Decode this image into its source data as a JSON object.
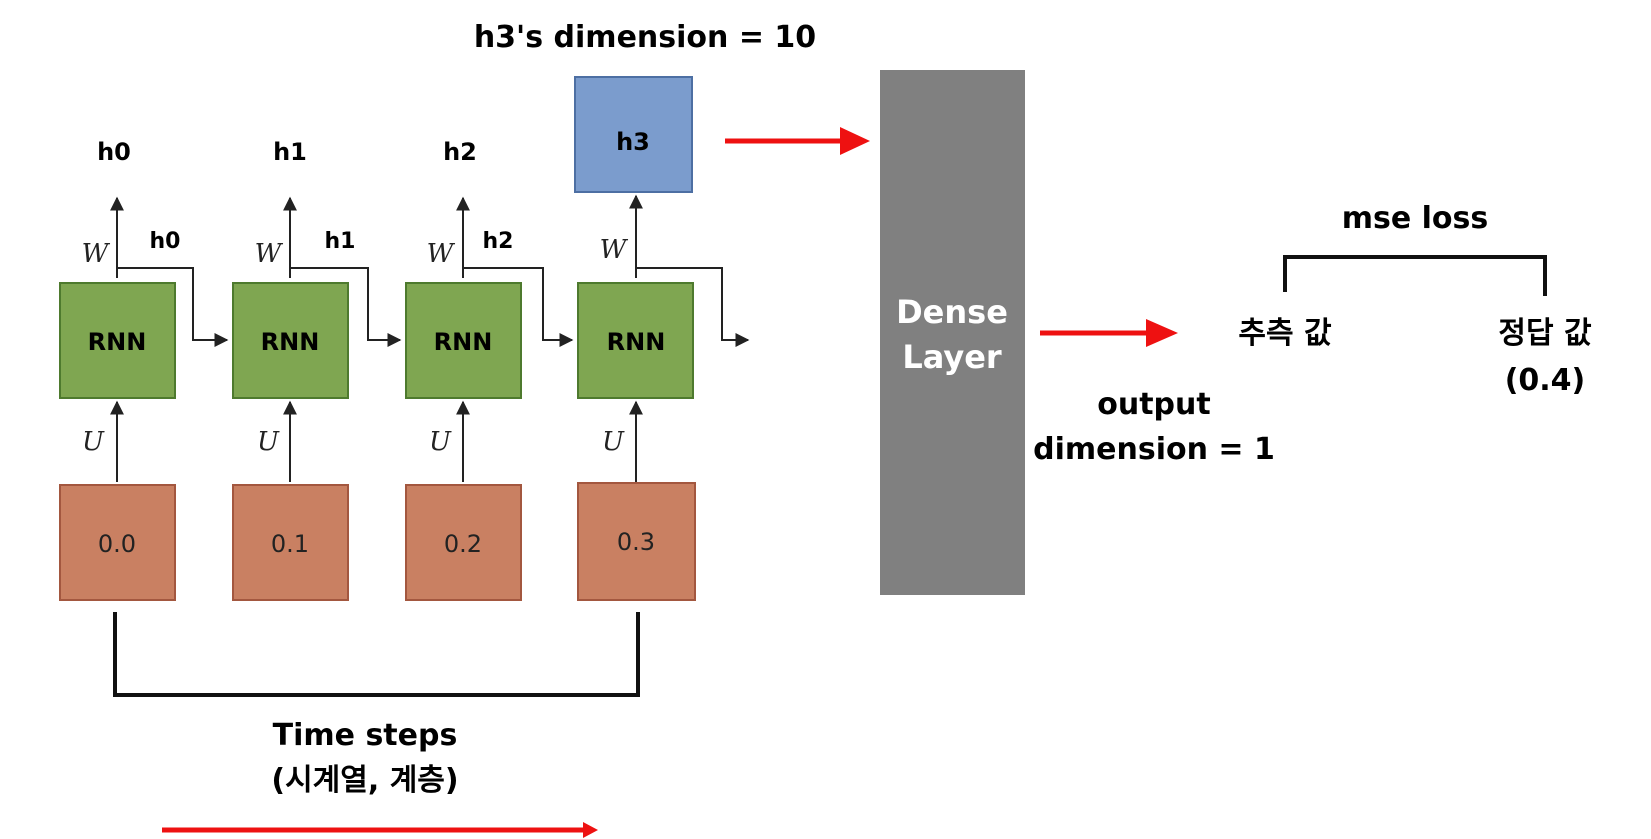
{
  "title": "h3's dimension = 10",
  "colors": {
    "rnn_fill": "#7fa651",
    "rnn_stroke": "#4e7a2e",
    "input_fill": "#c98062",
    "input_stroke": "#a3573f",
    "h3_fill": "#7b9ccd",
    "h3_stroke": "#4d6fa3",
    "dense_fill": "#808080",
    "arrow_red": "#ee1111"
  },
  "steps": [
    {
      "top_label": "h0",
      "side_label": "h0",
      "w": "W",
      "cell": "RNN",
      "u": "U",
      "input": "0.0"
    },
    {
      "top_label": "h1",
      "side_label": "h1",
      "w": "W",
      "cell": "RNN",
      "u": "U",
      "input": "0.1"
    },
    {
      "top_label": "h2",
      "side_label": "h2",
      "w": "W",
      "cell": "RNN",
      "u": "U",
      "input": "0.2"
    },
    {
      "top_label": "h3",
      "side_label": "",
      "w": "W",
      "cell": "RNN",
      "u": "U",
      "input": "0.3"
    }
  ],
  "time_steps": {
    "line1": "Time steps",
    "line2": "(시계열, 계층)"
  },
  "dense": {
    "line1": "Dense",
    "line2": "Layer"
  },
  "output_dim": {
    "line1": "output",
    "line2": "dimension = 1"
  },
  "mse": {
    "title": "mse loss",
    "pred": "추측 값",
    "truth": "정답 값",
    "truth_value": "(0.4)"
  }
}
